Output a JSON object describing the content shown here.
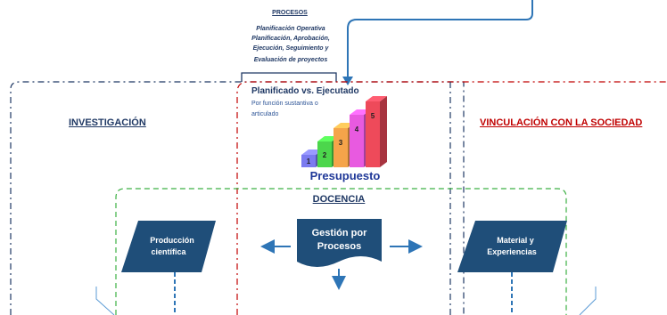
{
  "procesos": {
    "title": "PROCESOS",
    "lines": [
      "Planificación Operativa",
      "Planificación, Aprobación,",
      "Ejecución, Seguimiento y",
      "Evaluación de proyectos"
    ]
  },
  "sections": {
    "investigacion": "INVESTIGACIÓN",
    "vinculacion": "VINCULACIÓN CON LA SOCIEDAD",
    "docencia": "DOCENCIA"
  },
  "planificado": {
    "title": "Planificado vs. Ejecutado",
    "sub_line1": "Por función sustantiva o",
    "sub_line2": "articulado"
  },
  "budget_chart": {
    "steps": [
      "1",
      "2",
      "3",
      "4",
      "5"
    ],
    "colors": [
      "#7b7bf0",
      "#4cd64c",
      "#f5a44a",
      "#e85ae0",
      "#ee4a5a"
    ],
    "label": "Presupuesto"
  },
  "shapes": {
    "produccion_line1": "Producción",
    "produccion_line2": "científica",
    "gestion_line1": "Gestión por",
    "gestion_line2": "Procesos",
    "material_line1": "Material y",
    "material_line2": "Experiencias"
  },
  "colors": {
    "navy": "#1f3864",
    "shape_fill": "#1f4e79",
    "red": "#c00000",
    "green": "#3cb043",
    "arrow": "#2e75b6"
  }
}
